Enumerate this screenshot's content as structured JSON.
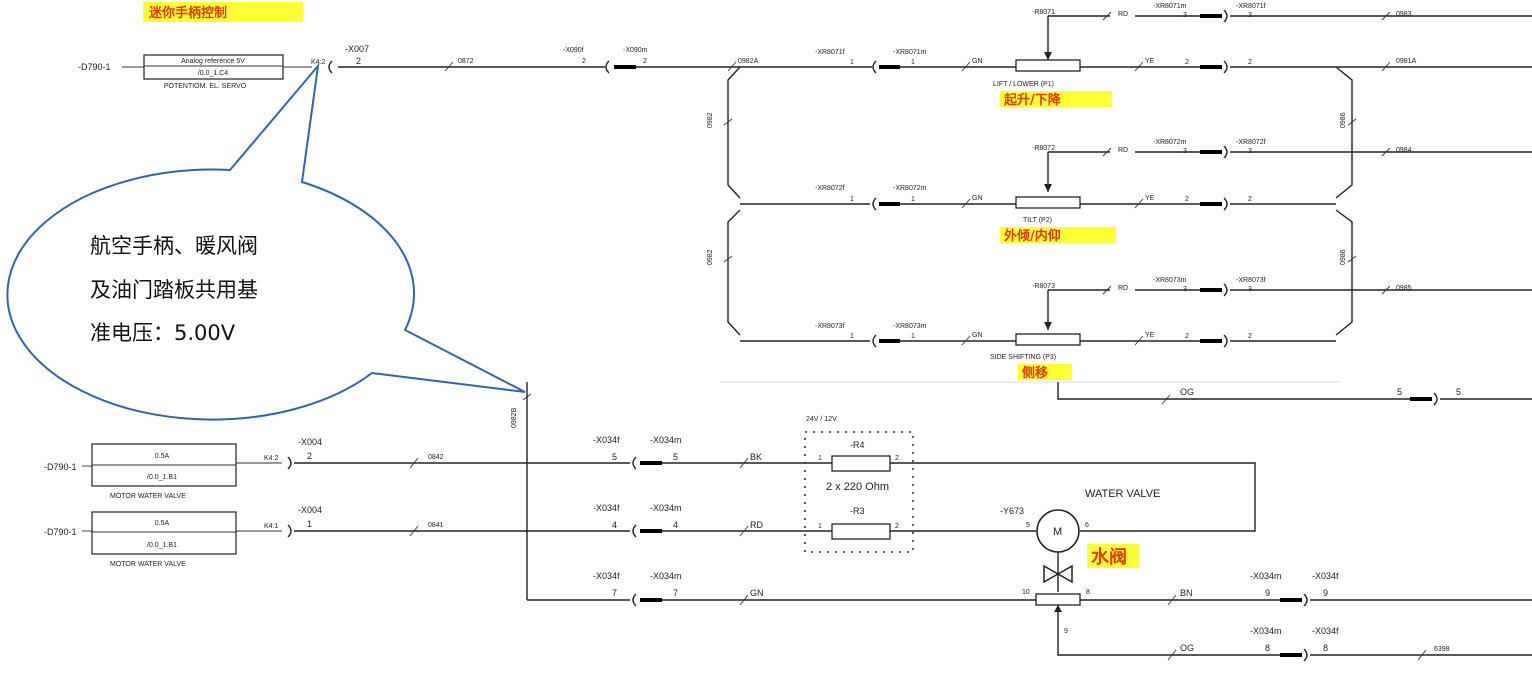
{
  "titles": {
    "joystick_cn": "迷你手柄控制",
    "p1_en": "LIFT / LOWER (P1)",
    "p1_cn": "起升/下降",
    "p2_en": "TILT (P2)",
    "p2_cn": "外倾/内仰",
    "p3_en": "SIDE SHIFTING (P3)",
    "p3_cn": "侧移",
    "water_valve_en": "WATER VALVE",
    "water_valve_cn": "水阀"
  },
  "callout": {
    "line1": "航空手柄、暖风阀",
    "line2": "及油门踏板共用基",
    "line3": "准电压：5.00V"
  },
  "top_module": {
    "ref": "-D790-1",
    "line1": "Analog reference 5V",
    "line2": "/0.0_1.C4",
    "caption": "POTENTIOM. EL. SERVO",
    "pin": "K4:2",
    "connector": "-X007",
    "connector_pin": "2",
    "wire1": "0872",
    "x090f": "-X090f",
    "x090f_pin": "2",
    "x090m": "-X090m",
    "x090m_pin": "2",
    "wire2": "0982A"
  },
  "pots": [
    {
      "r": "-R8071",
      "xm_top": "-XR8071m",
      "xf_top": "-XR8071f",
      "left_f": "-XR8071f",
      "left_m": "-XR8071m",
      "out_wire": "0983",
      "ye_wire": "0981A"
    },
    {
      "r": "-R8072",
      "xm_top": "-XR8072m",
      "xf_top": "-XR8072f",
      "left_f": "-XR8072f",
      "left_m": "-XR8072m",
      "out_wire": "0984"
    },
    {
      "r": "-R8073",
      "xm_top": "-XR8073m",
      "xf_top": "-XR8073f",
      "left_f": "-XR8073f",
      "left_m": "-XR8073m",
      "out_wire": "0985"
    }
  ],
  "colors_codes": {
    "rd": "RD",
    "ye": "YE",
    "gn": "GN",
    "og": "OG",
    "bk": "BK",
    "bn": "BN"
  },
  "pin_labels": {
    "one": "1",
    "two": "2",
    "three": "3",
    "four": "4",
    "five": "5",
    "six": "6",
    "seven": "7",
    "eight": "8",
    "nine": "9",
    "ten": "10"
  },
  "side_wires": {
    "left1": "0982",
    "left2": "0982",
    "right1": "0986",
    "right2": "0986",
    "long_vert": "0982B"
  },
  "bottom_modules": [
    {
      "ref": "-D790-1",
      "line1": "0.5A",
      "line2": "/0.0_1.B1",
      "caption": "MOTOR WATER VALVE",
      "pin": "K4:2",
      "connector": "-X004",
      "connector_pin": "2",
      "wire": "0842"
    },
    {
      "ref": "-D790-1",
      "line1": "0.5A",
      "line2": "/0.0_1.B1",
      "caption": "MOTOR WATER VALVE",
      "pin": "K4:1",
      "connector": "-X004",
      "connector_pin": "1",
      "wire": "0841"
    }
  ],
  "bottom": {
    "x034f": "-X034f",
    "x034m": "-X034m",
    "voltage": "24V / 12V",
    "r4": "-R4",
    "r3": "-R3",
    "ohm": "2 x 220 Ohm",
    "valve_ref": "-Y673",
    "motor": "M",
    "wire_end": "6398"
  }
}
